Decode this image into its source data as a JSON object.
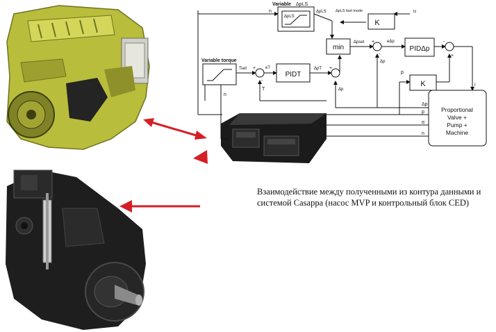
{
  "diagram": {
    "blocks": {
      "variable_dp_title": "Variable",
      "variable_dp_symbol": "ΔpLS",
      "variable_dp_inner": "ΔpLS",
      "k_top": "K",
      "min": "min",
      "pid_dp": "PIDΔp",
      "variable_torque_title": "Variable torque",
      "pid_t": "PIDT",
      "k_mid": "K",
      "machine_line1": "Proportional",
      "machine_line2": "Valve +",
      "machine_line3": "Pump +",
      "machine_line4": "Machine"
    },
    "signals": {
      "n_top": "n",
      "dpls_out": "ΔpLS",
      "dpls_fast": "ΔpLS fast mode",
      "u": "u",
      "dp_set": "Δpset",
      "e_dp": "eΔp",
      "dp_fb": "Δp",
      "t_set": "Tset",
      "e_t": "eT",
      "t_fb": "T",
      "dp_t": "ΔpT",
      "dp_sum": "Δp",
      "p": "p",
      "i": "i",
      "n_left": "n",
      "out_dp": "Δp",
      "out_p": "p",
      "out_alpha": "α",
      "out_n": "n",
      "sign_minus_1": "-",
      "sign_plus_1": "+",
      "sign_minus_2": "-",
      "sign_plus_2": "+",
      "sign_plus_3": "+",
      "sign_minus_3": "-",
      "sign_plus_4": "+"
    }
  },
  "caption": "Взаимодействие между полученными из контура данными и системой Casappa (насос MVP и контрольный блок CED)",
  "colors": {
    "arrow_red": "#d51f26",
    "engine_green": "#b9bd3c",
    "pump_dark": "#1e1e1e"
  },
  "icons": [
    "diesel-engine-image",
    "hydraulic-pump-image",
    "control-unit-image"
  ]
}
